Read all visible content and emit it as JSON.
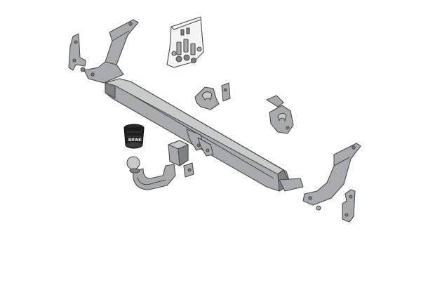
{
  "product": {
    "brand_label": "BRINK"
  },
  "colors": {
    "background": "#ffffff",
    "metal": "#a9aaab",
    "metal_light": "#c9caca",
    "metal_dark": "#808182",
    "outline": "#4a4a4a",
    "socket": "#1e1e1e"
  },
  "parts": [
    "left-mounting-bracket",
    "left-side-plate",
    "hardware-bag",
    "cross-beam",
    "center-clamp-bracket",
    "right-clamp-bracket",
    "electrical-socket",
    "detachable-tow-ball",
    "right-mounting-bracket",
    "right-side-plate"
  ]
}
